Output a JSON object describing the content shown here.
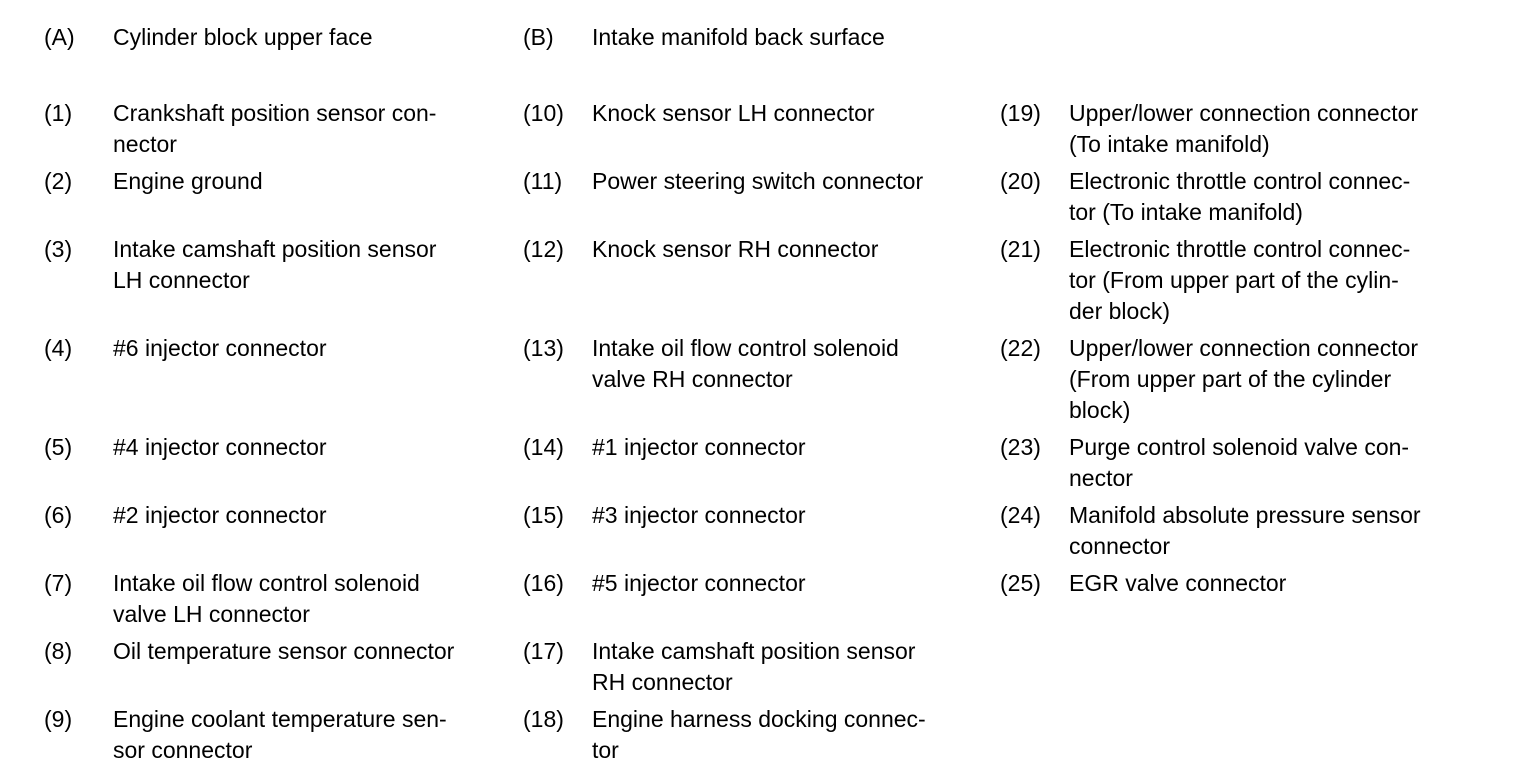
{
  "page": {
    "background": "#ffffff",
    "text_color": "#000000"
  },
  "reference_row": {
    "items": [
      {
        "id": "(A)",
        "text": "Cylinder block upper face"
      },
      {
        "id": "(B)",
        "text": "Intake manifold back surface"
      }
    ]
  },
  "legend": {
    "rows": [
      [
        {
          "id": "(1)",
          "text": "Crankshaft position sensor con-\nnector"
        },
        {
          "id": "(10)",
          "text": "Knock sensor LH connector"
        },
        {
          "id": "(19)",
          "text": "Upper/lower connection connector\n(To intake manifold)"
        }
      ],
      [
        {
          "id": "(2)",
          "text": "Engine ground"
        },
        {
          "id": "(11)",
          "text": "Power steering switch connector"
        },
        {
          "id": "(20)",
          "text": "Electronic throttle control connec-\ntor (To intake manifold)"
        }
      ],
      [
        {
          "id": "(3)",
          "text": "Intake camshaft position sensor\nLH connector"
        },
        {
          "id": "(12)",
          "text": "Knock sensor RH connector"
        },
        {
          "id": "(21)",
          "text": "Electronic throttle control connec-\ntor (From upper part of the cylin-\nder block)"
        }
      ],
      [
        {
          "id": "(4)",
          "text": "#6 injector connector"
        },
        {
          "id": "(13)",
          "text": "Intake oil flow control solenoid\nvalve RH connector"
        },
        {
          "id": "(22)",
          "text": "Upper/lower connection connector\n(From upper part of the cylinder\nblock)"
        }
      ],
      [
        {
          "id": "(5)",
          "text": "#4 injector connector"
        },
        {
          "id": "(14)",
          "text": "#1 injector connector"
        },
        {
          "id": "(23)",
          "text": "Purge control solenoid valve con-\nnector"
        }
      ],
      [
        {
          "id": "(6)",
          "text": "#2 injector connector"
        },
        {
          "id": "(15)",
          "text": "#3 injector connector"
        },
        {
          "id": "(24)",
          "text": "Manifold absolute pressure sensor\nconnector"
        }
      ],
      [
        {
          "id": "(7)",
          "text": "Intake oil flow control solenoid\nvalve LH connector"
        },
        {
          "id": "(16)",
          "text": "#5 injector connector"
        },
        {
          "id": "(25)",
          "text": "EGR valve connector"
        }
      ],
      [
        {
          "id": "(8)",
          "text": "Oil temperature sensor connector"
        },
        {
          "id": "(17)",
          "text": "Intake camshaft position sensor\nRH connector"
        }
      ],
      [
        {
          "id": "(9)",
          "text": "Engine coolant temperature sen-\nsor connector"
        },
        {
          "id": "(18)",
          "text": "Engine harness docking connec-\ntor"
        }
      ]
    ]
  }
}
